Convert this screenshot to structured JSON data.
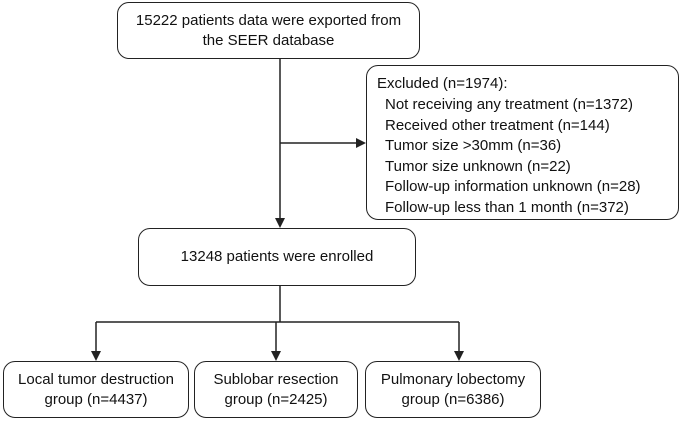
{
  "flowchart": {
    "export_box": {
      "line1": "15222 patients data were exported from",
      "line2": "the SEER database"
    },
    "excluded_box": {
      "title": "Excluded (n=1974):",
      "items": [
        "Not receiving any treatment (n=1372)",
        "Received other treatment (n=144)",
        "Tumor size >30mm (n=36)",
        "Tumor size unknown (n=22)",
        "Follow-up information unknown (n=28)",
        "Follow-up less than 1 month (n=372)"
      ]
    },
    "enrolled_box": {
      "text": "13248 patients were enrolled"
    },
    "groups": [
      {
        "line1": "Local tumor destruction",
        "line2": "group (n=4437)"
      },
      {
        "line1": "Sublobar resection",
        "line2": "group (n=2425)"
      },
      {
        "line1": "Pulmonary lobectomy",
        "line2": "group (n=6386)"
      }
    ],
    "colors": {
      "line": "#222222",
      "text": "#111111",
      "background": "#ffffff"
    }
  }
}
